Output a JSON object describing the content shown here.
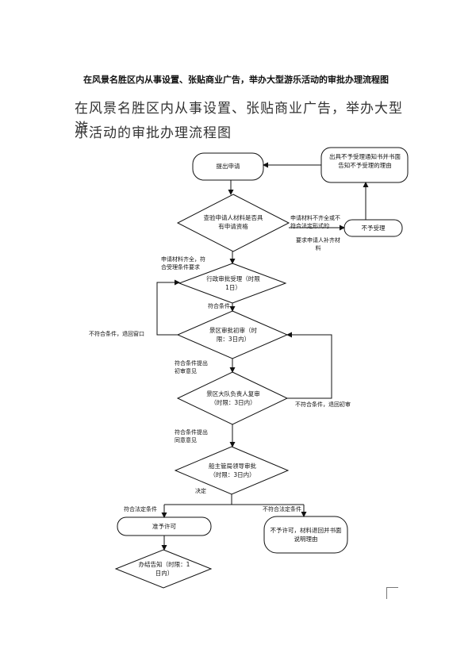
{
  "page_title": "在风景名胜区内从事设置、张贴商业广告，举办大型游乐活动的审批办理流程图",
  "image_title": {
    "line1": "在风景名胜区内从事设置、张贴商业广告，举办大型游",
    "line2": "乐活动的审批办理流程图"
  },
  "nodes": {
    "apply": "提出申请",
    "review_materials": "查验申请人材料是否具有申请资格",
    "notice_reject": "出具不予受理通知书并书面告知不予受理的理由",
    "reject_accept": "不予受理",
    "accept": "行政审批受理（时限1日）",
    "initial_review": "景区审批初审（时限：3日内）",
    "re_review": "景区大队负责人复审（时限：3日内）",
    "final_decision": "船主管局领导审批（时限：3日内）",
    "permit": "准予许可",
    "no_permit": "不予许可，材料退回并书面说明理由",
    "handle": "办结告知（时限：1日内）"
  },
  "edge_labels": {
    "incomplete": "申请材料不齐全或不符合法定形式的",
    "supplement": "要求申请人补齐材料",
    "complete": "申请材料齐全，符合受理条件要求",
    "meets1": "符合条件",
    "not_meet_return_window": "不符合条件，退回窗口",
    "meets2": "符合条件提出初审意见",
    "not_meet_return_initial": "不符合条件，退回初审",
    "meets3": "符合条件提出同意意见",
    "decision": "决定",
    "legal": "符合法定条件",
    "not_legal": "不符合法定条件"
  }
}
